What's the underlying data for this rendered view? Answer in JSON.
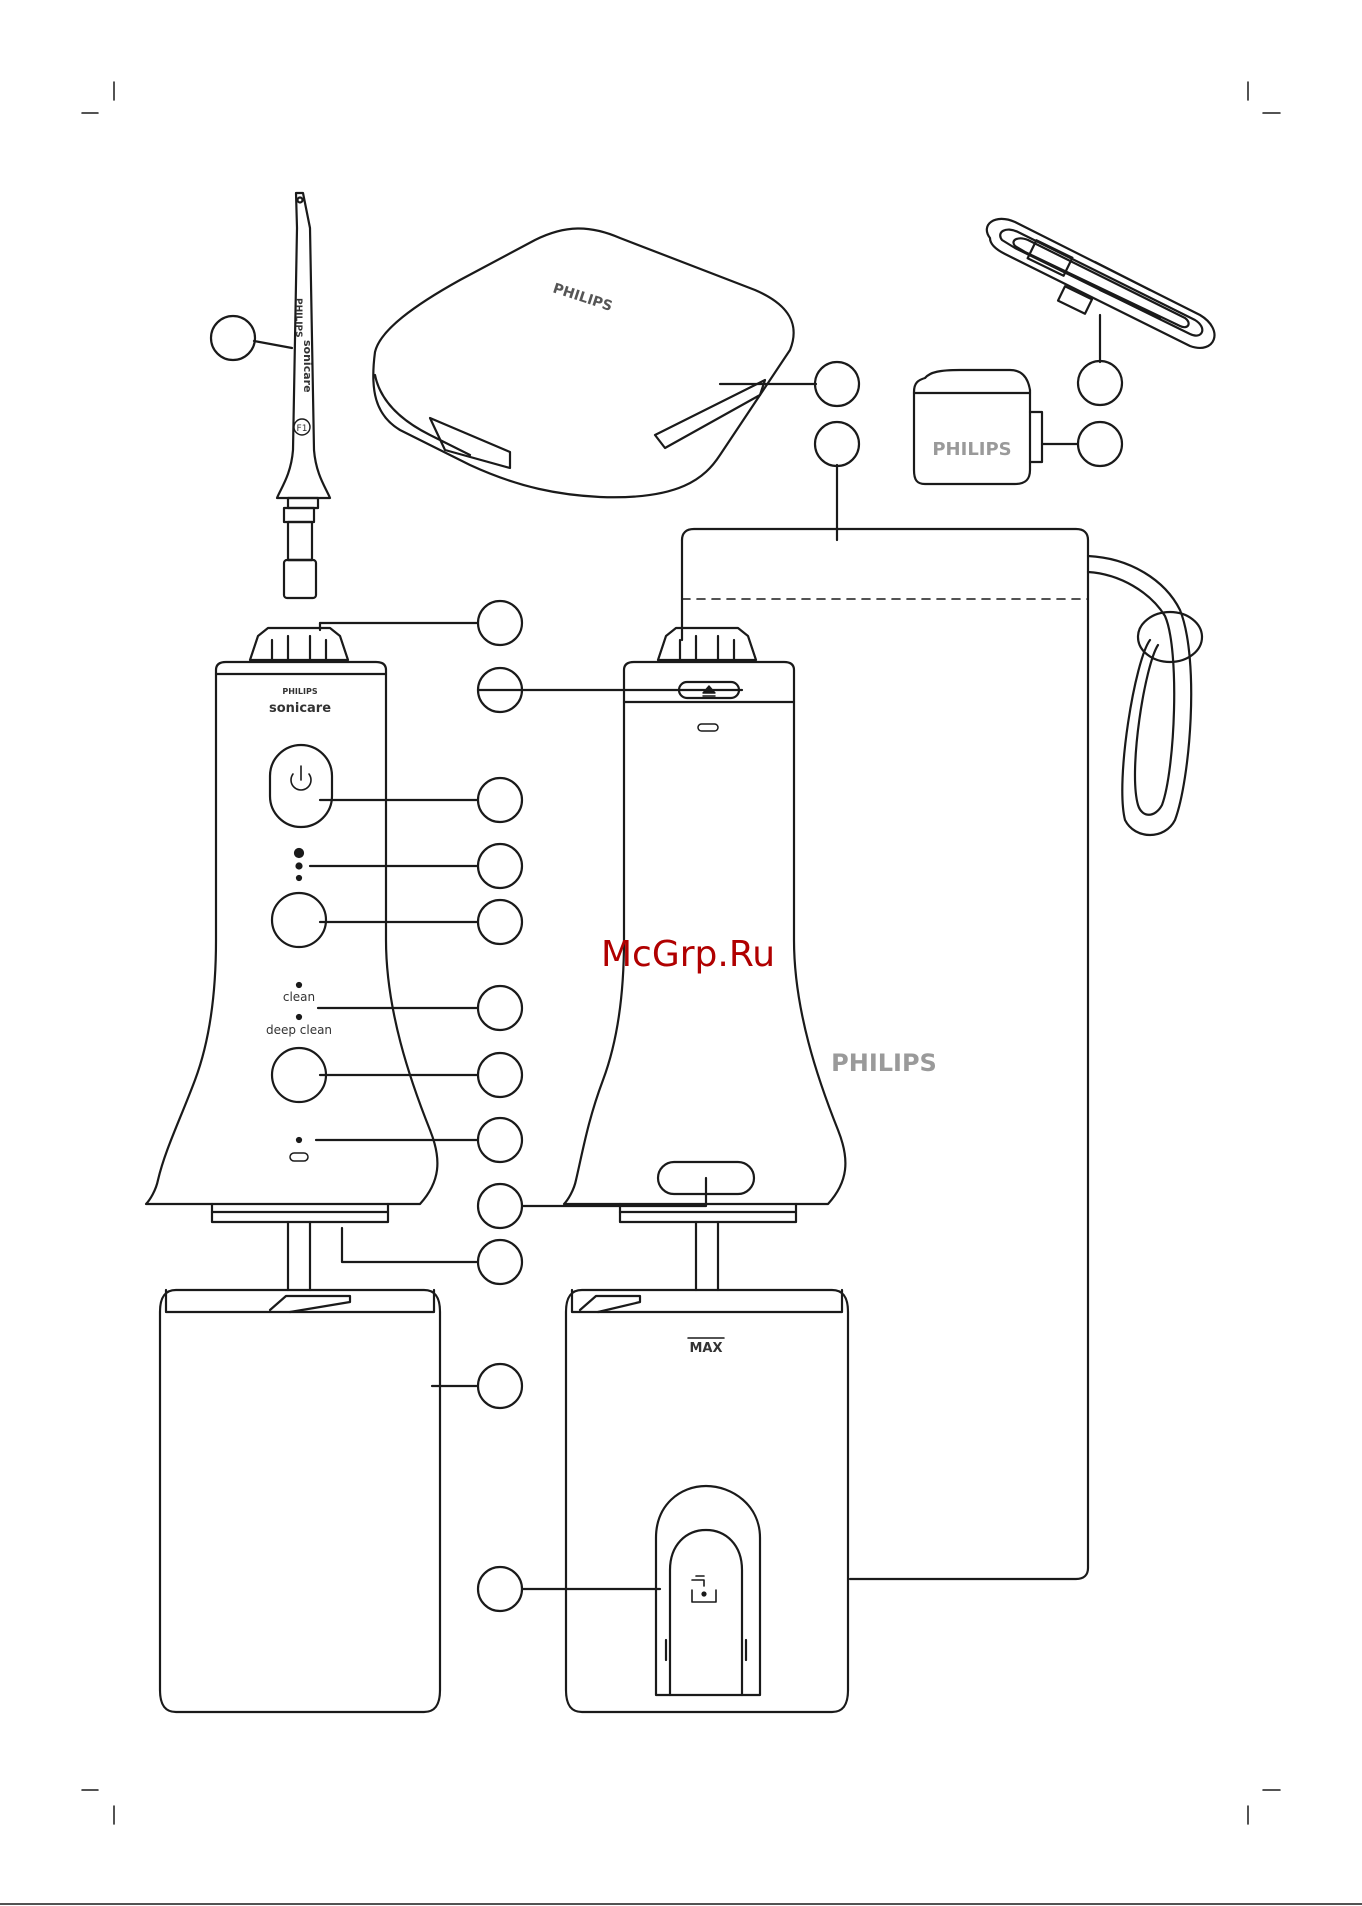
{
  "brand": {
    "philips": "PHILIPS",
    "sonicare": "sonicare",
    "nozzle_code": "F1"
  },
  "handle": {
    "mode_clean": "clean",
    "mode_deep_clean": "deep clean"
  },
  "reservoir": {
    "max_label": "MAX"
  },
  "watermark": "McGrp.Ru",
  "colors": {
    "line": "#1a1a1a",
    "brand_gray": "#9a9a9a",
    "watermark": "#b00000"
  },
  "icons": [
    "power-icon",
    "eject-icon",
    "faucet-icon"
  ]
}
